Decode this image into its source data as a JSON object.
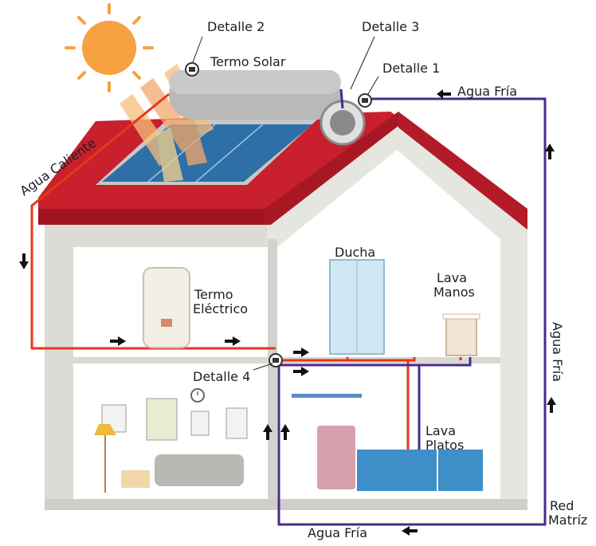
{
  "labels": {
    "detalle2": "Detalle 2",
    "detalle3": "Detalle 3",
    "detalle1": "Detalle 1",
    "termo_solar": "Termo Solar",
    "agua_fria_top": "Agua Fría",
    "agua_caliente": "Agua Caliente",
    "ducha": "Ducha",
    "lava_manos_1": "Lava",
    "lava_manos_2": "Manos",
    "termo_electrico_1": "Termo",
    "termo_electrico_2": "Eléctrico",
    "agua_fria_right": "Agua Fría",
    "detalle4": "Detalle 4",
    "lava_platos_1": "Lava",
    "lava_platos_2": "Platos",
    "red_matriz_1": "Red",
    "red_matriz_2": "Matríz",
    "agua_fria_bottom": "Agua Fría"
  },
  "colors": {
    "hot_pipe": "#e8361c",
    "cold_pipe": "#4a2a8c",
    "roof": "#c8202c",
    "wall": "#e9e9e4",
    "sun": "#f7a142",
    "panel": "#2e6fa8",
    "tank": "#b9b9b9",
    "cabinet": "#3d8ec9",
    "fridge": "#d4a0ab"
  },
  "icons": [
    "sun-icon",
    "arrow-left-icon",
    "arrow-right-icon",
    "arrow-up-icon",
    "arrow-down-icon",
    "clock-icon"
  ]
}
